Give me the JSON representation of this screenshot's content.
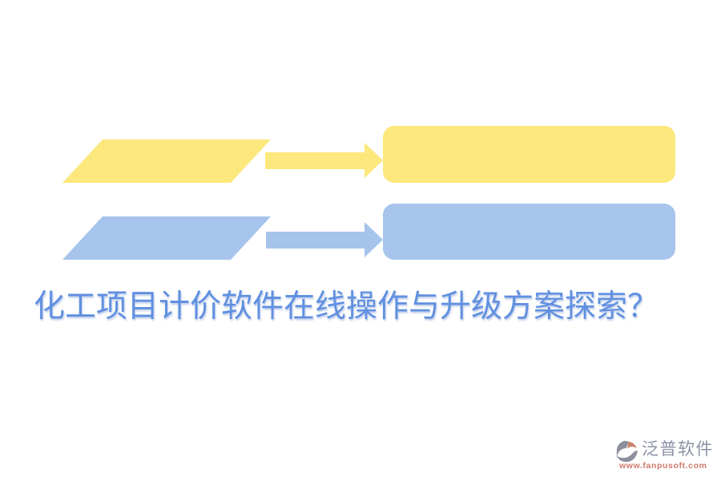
{
  "title": {
    "text": "化工项目计价软件在线操作与升级方案探索？",
    "color": "#6090e0"
  },
  "flows": [
    {
      "id": "flow-row-top",
      "color": "#fce87c"
    },
    {
      "id": "flow-row-bottom",
      "color": "#a6c4ec"
    }
  ],
  "logo": {
    "name": "泛普软件",
    "url": "www.fanpusoft.com",
    "name_color": "#8b92a3",
    "url_color": "#d0786b",
    "icon_gray": "#8d8f9c",
    "icon_red": "#cb8370"
  },
  "background_color": "#ffffff"
}
